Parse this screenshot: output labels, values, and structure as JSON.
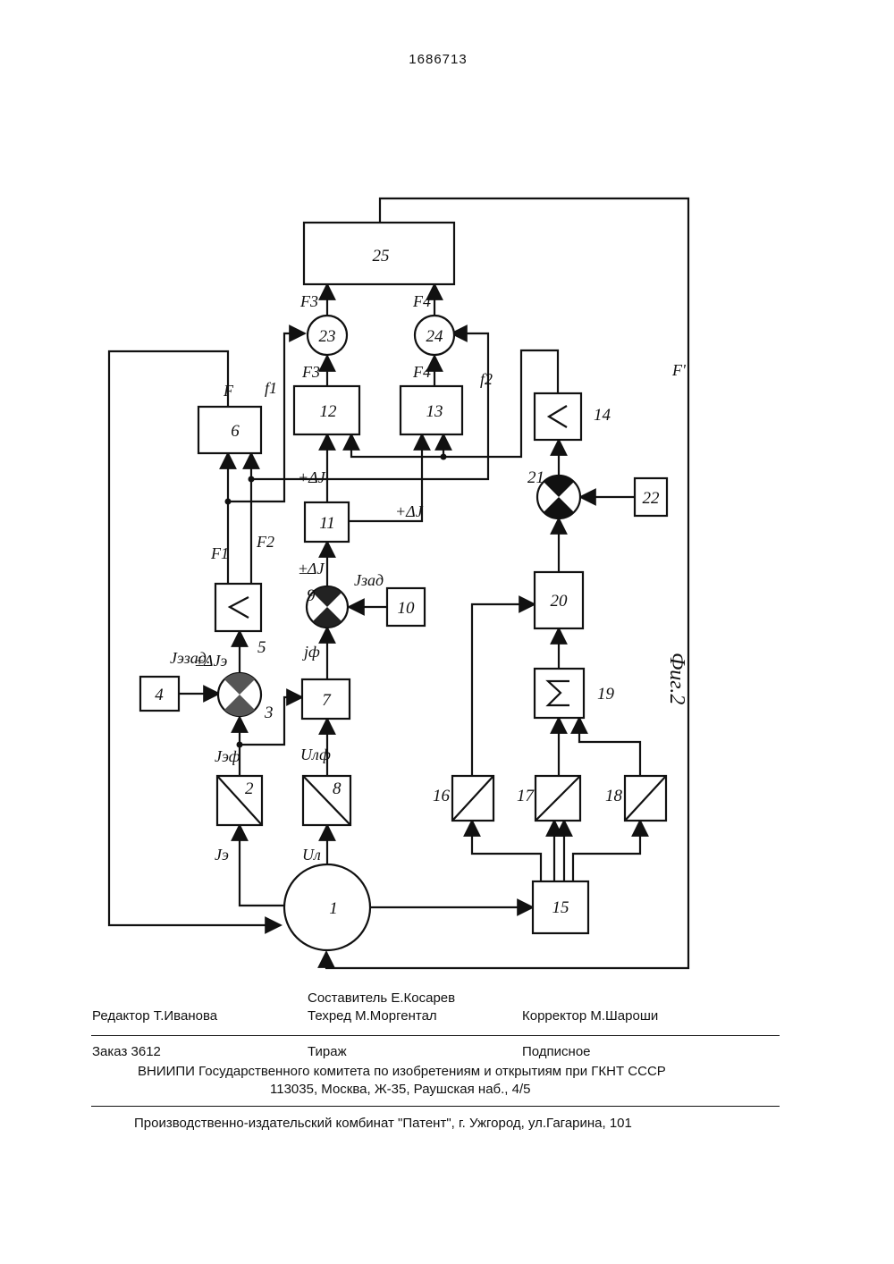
{
  "document": {
    "number": "1686713",
    "figure_caption": "Фиг.2"
  },
  "diagram": {
    "blocks": {
      "b1": "1",
      "b2": "2",
      "b3": "3",
      "b4": "4",
      "b5": "5",
      "b6": "6",
      "b7": "7",
      "b8": "8",
      "b9": "9",
      "b10": "10",
      "b11": "11",
      "b12": "12",
      "b13": "13",
      "b14": "14",
      "b15": "15",
      "b16": "16",
      "b17": "17",
      "b18": "18",
      "b19": "19",
      "b20": "20",
      "b21": "21",
      "b22": "22",
      "b23": "23",
      "b24": "24",
      "b25": "25"
    },
    "signals": {
      "F": "F",
      "f1": "f1",
      "f2": "f2",
      "F1": "F1",
      "F2": "F2",
      "F3_top": "F3",
      "F3_mid": "F3",
      "F4_top": "F4",
      "F4_mid": "F4",
      "F_prime": "F'",
      "dJ_12": "+ΔJ",
      "dJ_13": "+ΔJ",
      "dJ_9": "±ΔJ",
      "dJe": "±ΔJэ",
      "Jezad": "Jэзад.",
      "Jzad": "Jзад",
      "Jef": "Jэф",
      "jf": "jф",
      "Ulf": "Uлф",
      "Ul": "Uл",
      "Je": "Jэ"
    }
  },
  "footer": {
    "compiler": "Составитель Е.Косарев",
    "editor": "Редактор Т.Иванова",
    "techred": "Техред М.Моргентал",
    "corrector": "Корректор М.Шароши",
    "order": "Заказ 3612",
    "circulation": "Тираж",
    "subscription": "Подписное",
    "org": "ВНИИПИ Государственного комитета по изобретениям и открытиям при ГКНТ СССР",
    "address": "113035, Москва, Ж-35, Раушская наб., 4/5",
    "printer": "Производственно-издательский комбинат \"Патент\", г. Ужгород, ул.Гагарина, 101"
  }
}
